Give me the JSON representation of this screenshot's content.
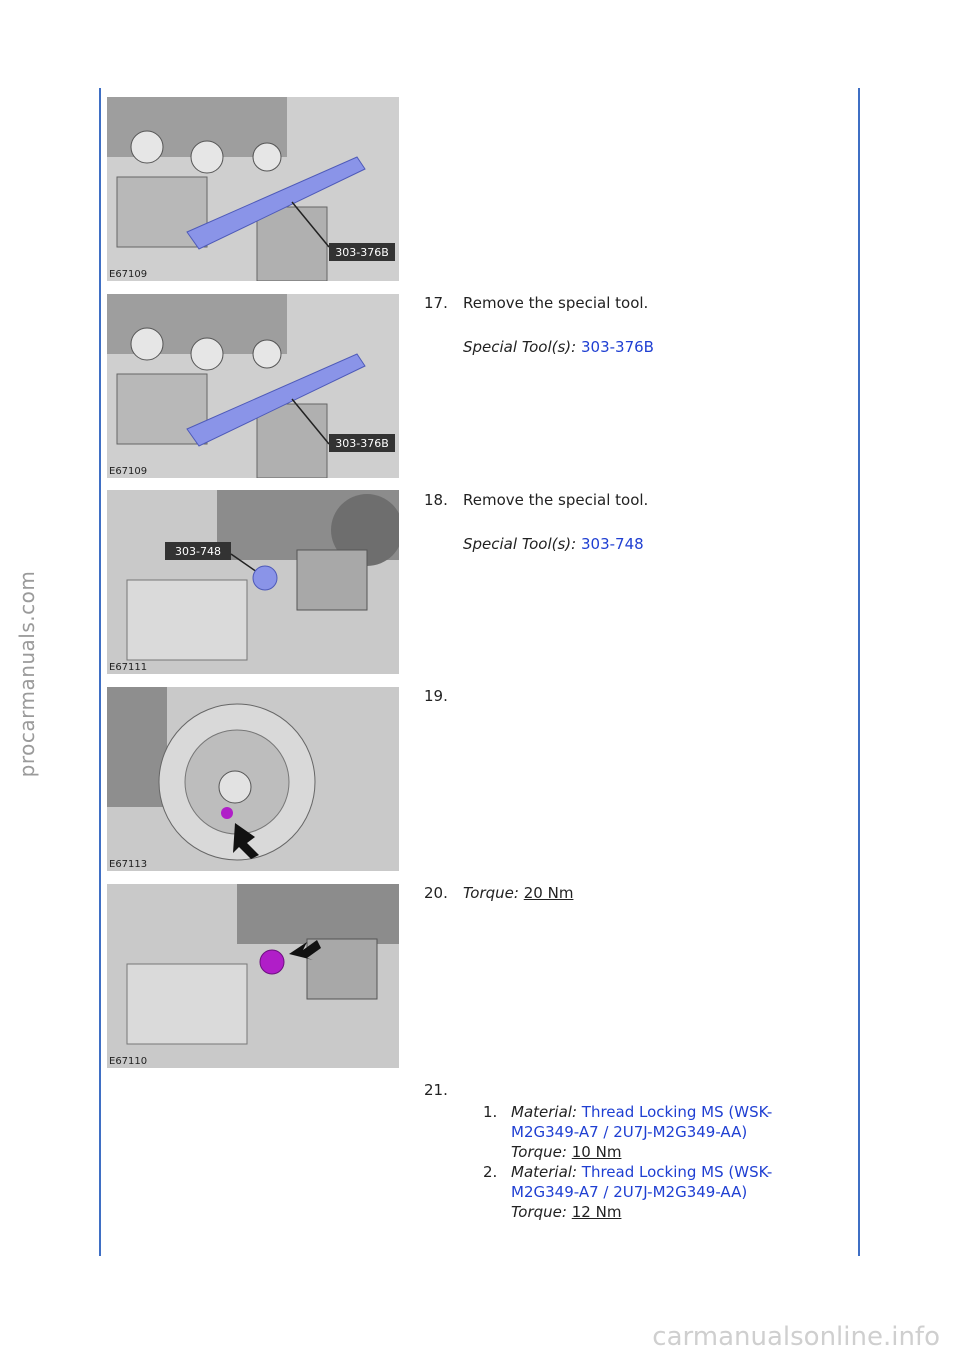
{
  "watermark": "procarmanuals.com",
  "footer_watermark": "carmanualsonline.info",
  "figures": [
    {
      "id": "E67109",
      "callout": "303-376B"
    },
    {
      "id": "E67109",
      "callout": "303-376B"
    },
    {
      "id": "E67111",
      "callout": "303-748"
    },
    {
      "id": "E67113"
    },
    {
      "id": "E67110"
    }
  ],
  "steps": {
    "s17": {
      "num": "17.",
      "text": "Remove the special tool.",
      "tool_label": "Special Tool(s):",
      "tool": "303-376B"
    },
    "s18": {
      "num": "18.",
      "text": "Remove the special tool.",
      "tool_label": "Special Tool(s):",
      "tool": "303-748"
    },
    "s19": {
      "num": "19."
    },
    "s20": {
      "num": "20.",
      "torque_label": "Torque:",
      "torque": "20 Nm"
    },
    "s21": {
      "num": "21.",
      "items": [
        {
          "n": "1.",
          "material_label": "Material:",
          "material_1": "Thread Locking MS (WSK-",
          "material_2": "M2G349-A7 / 2U7J-M2G349-AA)",
          "torque_label": "Torque:",
          "torque": "10 Nm"
        },
        {
          "n": "2.",
          "material_label": "Material:",
          "material_1": "Thread Locking MS (WSK-",
          "material_2": "M2G349-A7 / 2U7J-M2G349-AA)",
          "torque_label": "Torque:",
          "torque": "12 Nm"
        }
      ]
    }
  },
  "colors": {
    "rule": "#3f6fc4",
    "link": "#1f3fd2",
    "tool_highlight": "#8a94e8",
    "bolt_highlight": "#b01ec8"
  }
}
